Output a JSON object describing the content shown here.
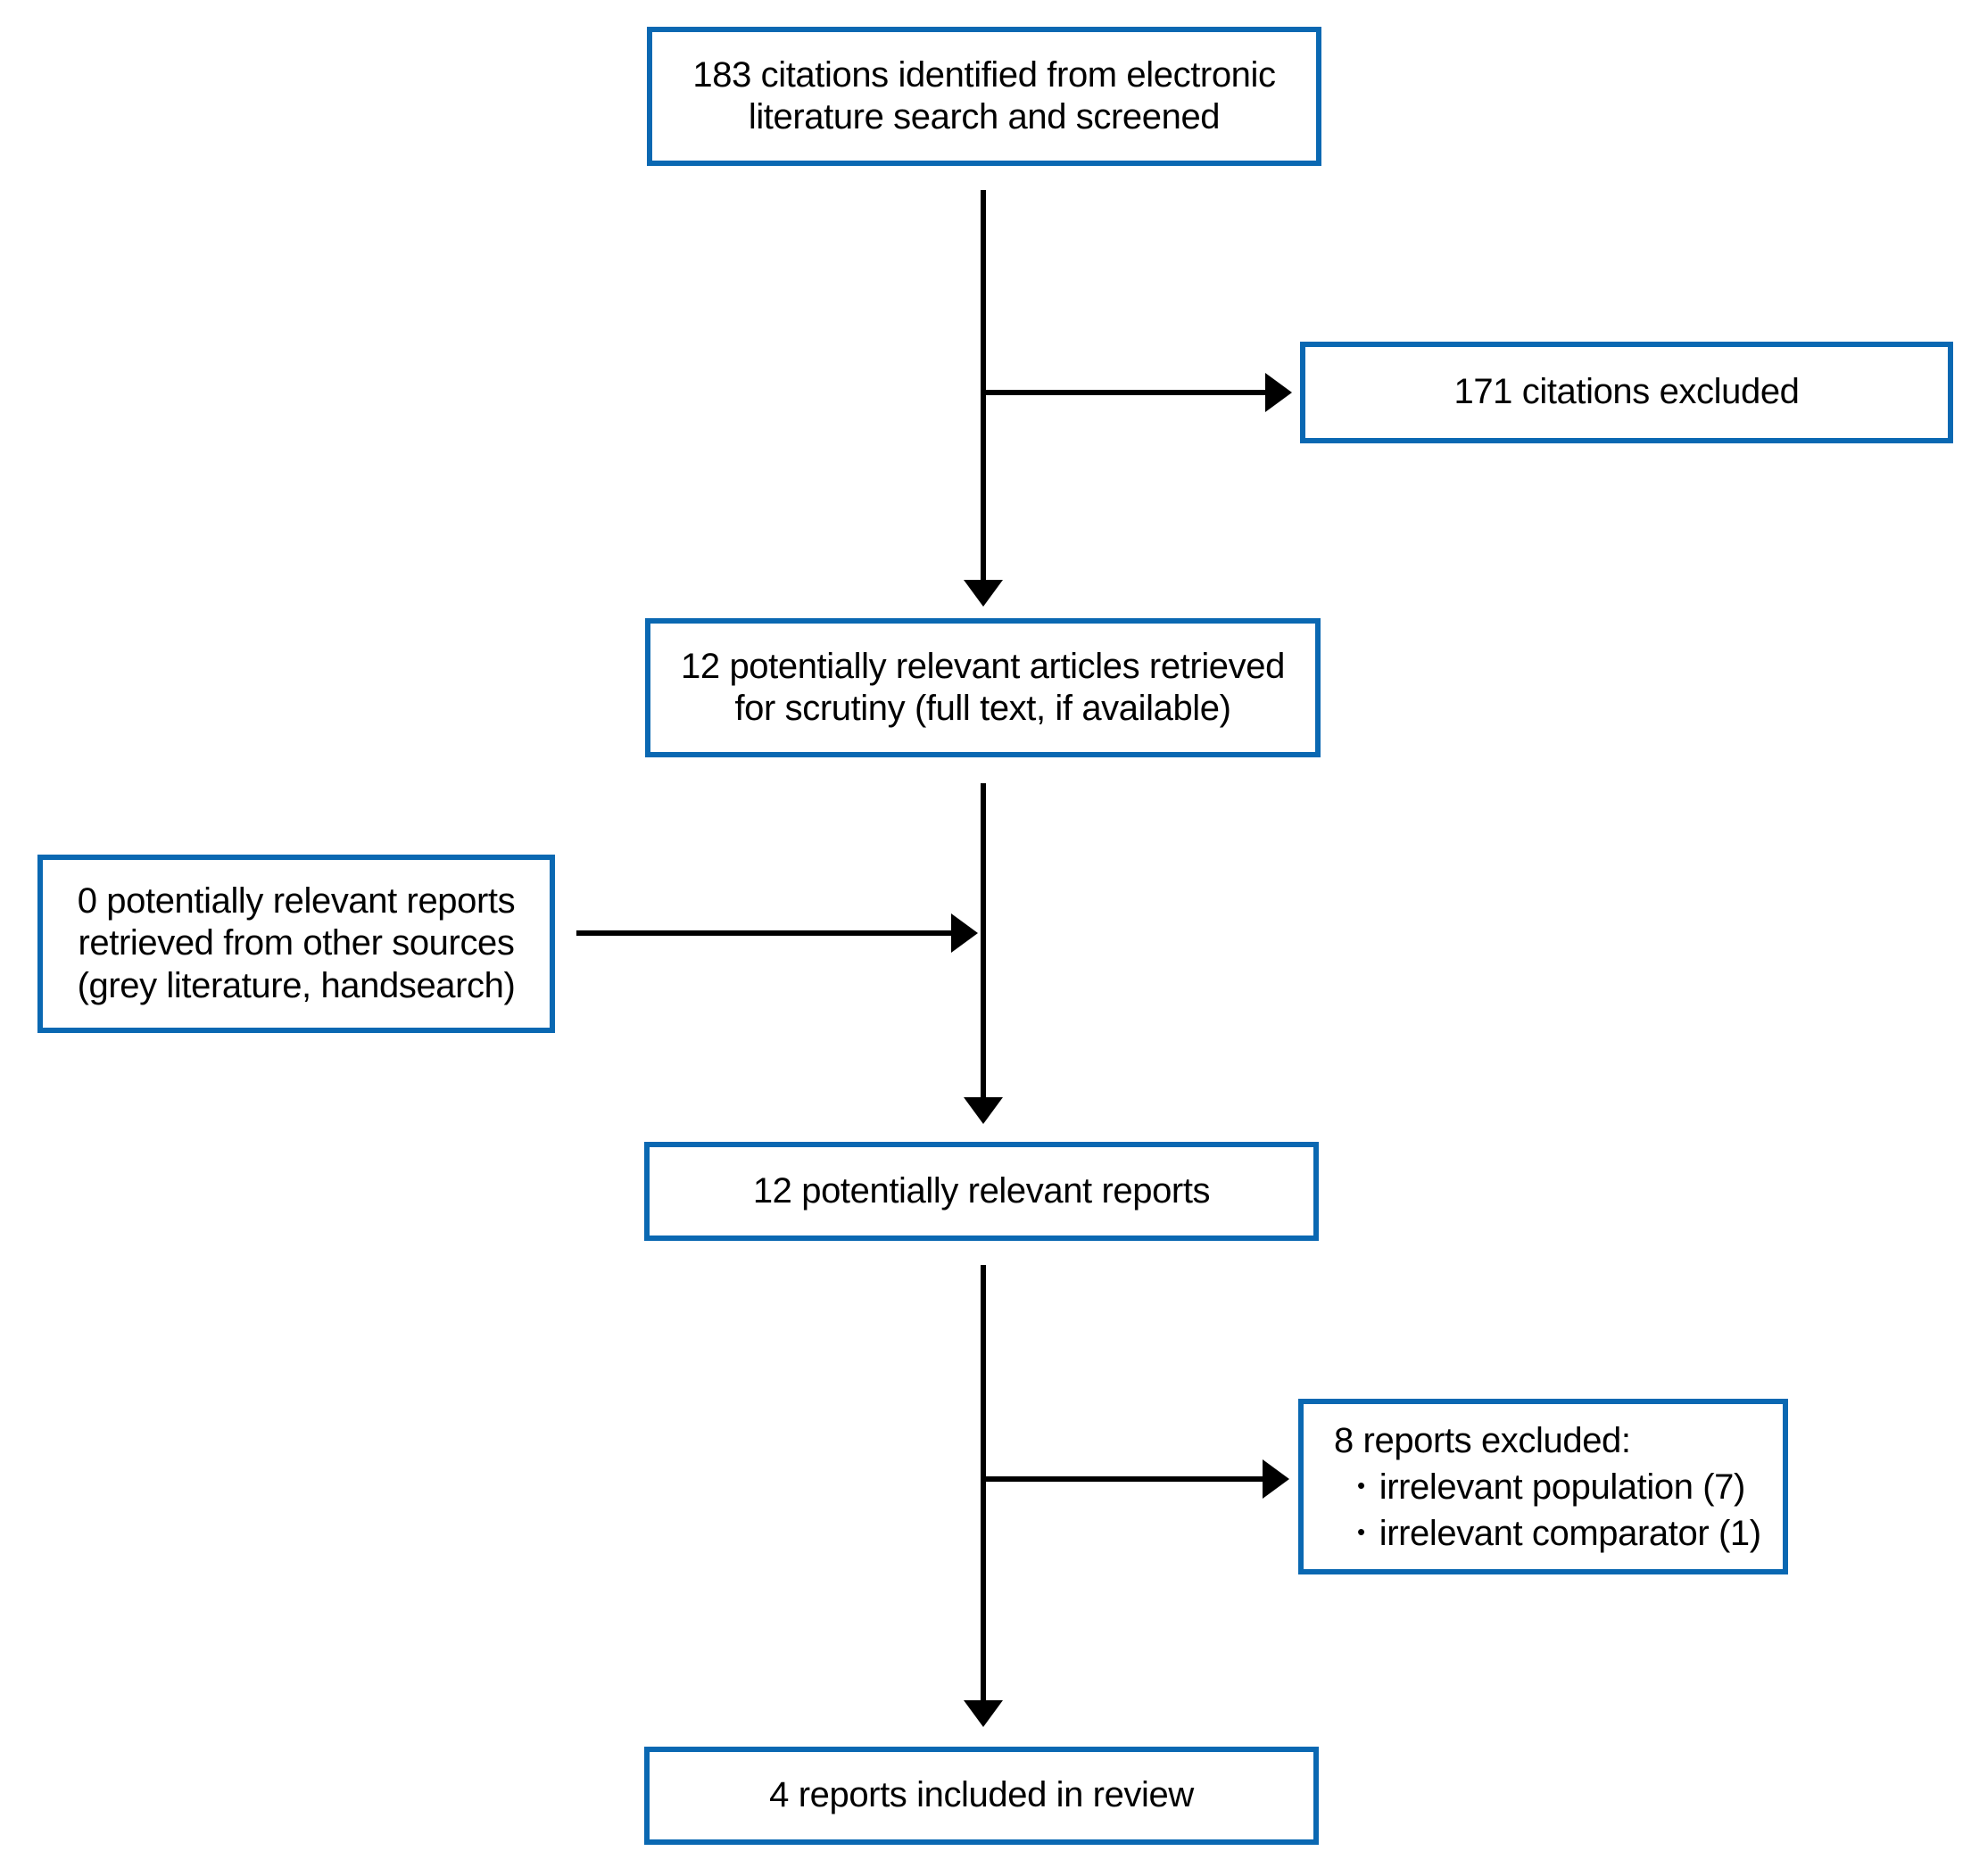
{
  "diagram": {
    "type": "flowchart-prisma-style",
    "colors": {
      "box_border": "#0a68b2",
      "arrow": "#000000",
      "text": "#000000",
      "background": "#ffffff"
    },
    "boxes": {
      "identified": {
        "text": "183 citations identified from electronic\nliterature search and screened"
      },
      "excluded_citations": {
        "text": "171 citations excluded"
      },
      "retrieved": {
        "text": "12 potentially relevant articles retrieved\nfor scrutiny (full text, if available)"
      },
      "other_sources": {
        "text": "0 potentially relevant reports\nretrieved from other sources\n(grey literature, handsearch)"
      },
      "relevant_reports": {
        "text": "12 potentially relevant reports"
      },
      "excluded_reports": {
        "header": "8 reports excluded:",
        "bullet": "•",
        "bullets": [
          "irrelevant population (7)",
          "irrelevant comparator (1)"
        ]
      },
      "included": {
        "text": "4 reports included in review"
      }
    }
  }
}
